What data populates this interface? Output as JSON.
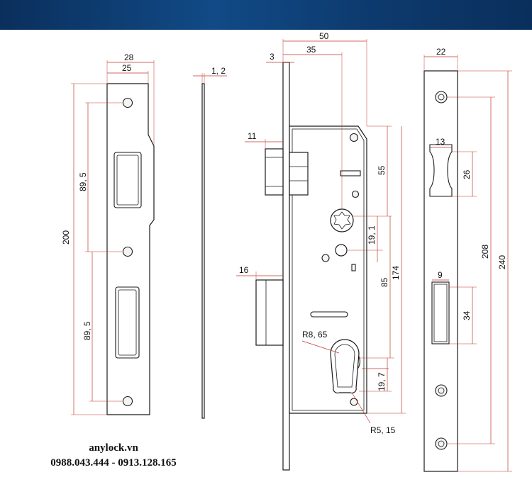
{
  "header": {
    "banner_color": "#0d3a6e"
  },
  "dimensions": {
    "strike_width": "28",
    "strike_inner_width": "25",
    "strike_length": "200",
    "strike_hole_spacing_top": "89, 5",
    "strike_hole_spacing_bottom": "89, 5",
    "plate_thickness": "1, 2",
    "body_width": "50",
    "body_backset": "35",
    "faceplate_thickness": "3",
    "latch_projection": "11",
    "deadbolt_projection": "16",
    "latch_to_spindle": "55",
    "spindle_to_lever": "19, 1",
    "spindle_to_cylinder": "85",
    "body_height": "174",
    "cylinder_radius_top": "R8, 65",
    "cylinder_offset": "19, 7",
    "cylinder_radius_bottom": "R5, 15",
    "faceplate_width": "22",
    "latch_slot_width": "13",
    "latch_slot_height": "26",
    "faceplate_hole_spacing": "208",
    "faceplate_length": "240",
    "bolt_slot_width": "9",
    "bolt_slot_height": "34"
  },
  "footer": {
    "brand": "anylock.vn",
    "phone": "0988.043.444 - 0913.128.165"
  },
  "colors": {
    "line": "#1a1a1a",
    "dimension": "#c0392b"
  }
}
